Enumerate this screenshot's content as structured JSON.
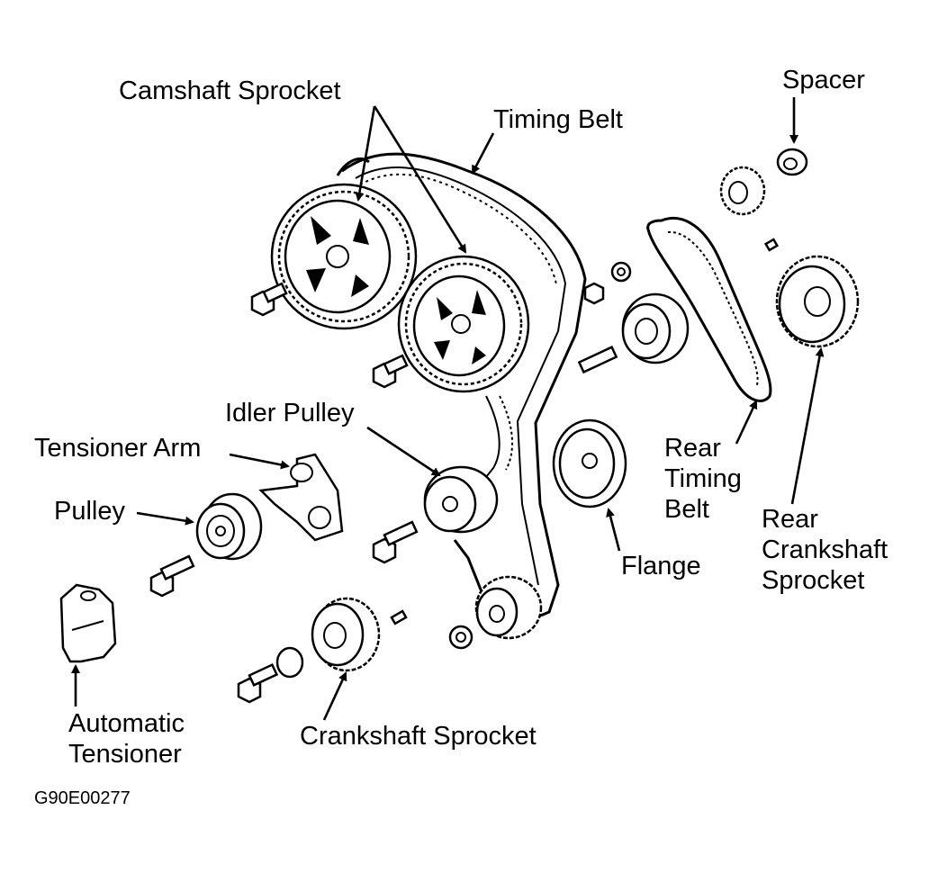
{
  "labels": {
    "camshaft_sprocket": "Camshaft Sprocket",
    "timing_belt": "Timing Belt",
    "spacer": "Spacer",
    "idler_pulley": "Idler Pulley",
    "tensioner_arm": "Tensioner Arm",
    "pulley": "Pulley",
    "rear_timing_belt": [
      "Rear",
      "Timing",
      "Belt"
    ],
    "flange": "Flange",
    "rear_crankshaft_sprocket": [
      "Rear",
      "Crankshaft",
      "Sprocket"
    ],
    "automatic_tensioner": [
      "Automatic",
      "Tensioner"
    ],
    "crankshaft_sprocket": "Crankshaft Sprocket"
  },
  "figure_code": "G90E00277"
}
